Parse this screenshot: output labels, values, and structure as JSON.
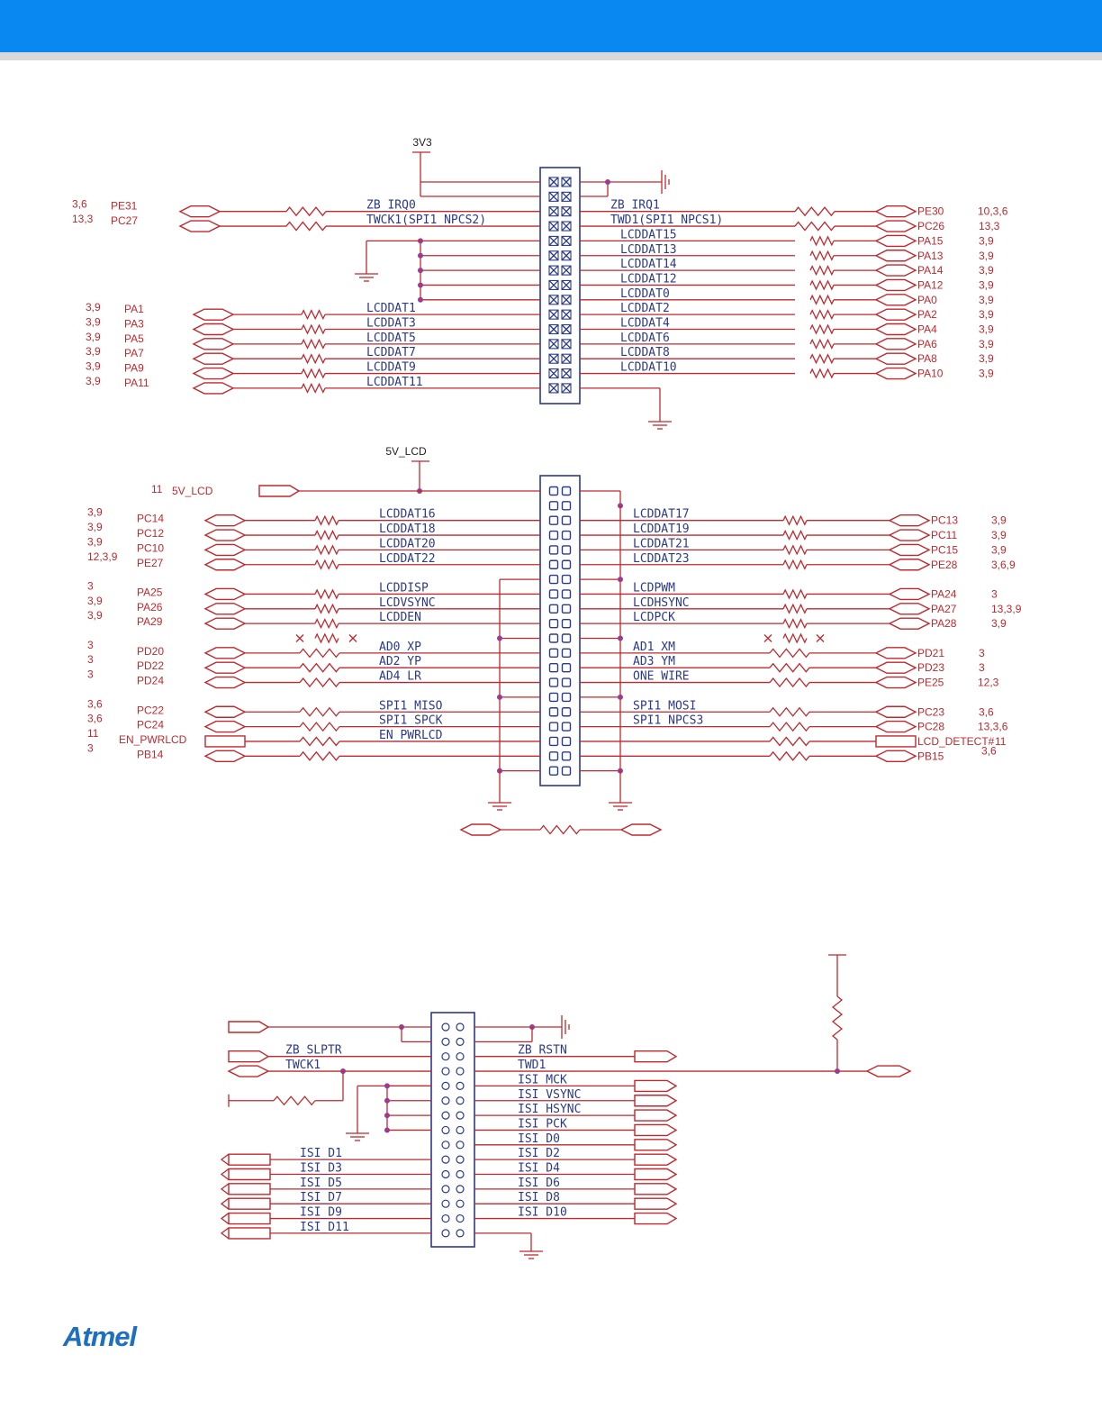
{
  "header": {},
  "brand": {
    "logo": "Atmel"
  },
  "colors": {
    "wire": "#c0282d",
    "connector": "#2b3a8a",
    "junction": "#9b3c8e",
    "header_bar": "#0a88f2"
  },
  "power": {
    "top": "3V3",
    "mid": "5V_LCD"
  },
  "schematic1": {
    "left_sig": [
      "ZB_IRQ0",
      "TWCK1(SPI1_NPCS2)",
      "LCDDAT1",
      "LCDDAT3",
      "LCDDAT5",
      "LCDDAT7",
      "LCDDAT9",
      "LCDDAT11"
    ],
    "right_sig": [
      "ZB_IRQ1",
      "TWD1(SPI1_NPCS1)",
      "LCDDAT15",
      "LCDDAT13",
      "LCDDAT14",
      "LCDDAT12",
      "LCDDAT0",
      "LCDDAT2",
      "LCDDAT4",
      "LCDDAT6",
      "LCDDAT8",
      "LCDDAT10"
    ],
    "left_nets": [
      {
        "ref": "3,6",
        "net": "PE31"
      },
      {
        "ref": "13,3",
        "net": "PC27"
      },
      {
        "ref": "3,9",
        "net": "PA1"
      },
      {
        "ref": "3,9",
        "net": "PA3"
      },
      {
        "ref": "3,9",
        "net": "PA5"
      },
      {
        "ref": "3,9",
        "net": "PA7"
      },
      {
        "ref": "3,9",
        "net": "PA9"
      },
      {
        "ref": "3,9",
        "net": "PA11"
      }
    ],
    "right_nets": [
      {
        "net": "PE30",
        "ref": "10,3,6"
      },
      {
        "net": "PC26",
        "ref": "13,3"
      },
      {
        "net": "PA15",
        "ref": "3,9"
      },
      {
        "net": "PA13",
        "ref": "3,9"
      },
      {
        "net": "PA14",
        "ref": "3,9"
      },
      {
        "net": "PA12",
        "ref": "3,9"
      },
      {
        "net": "PA0",
        "ref": "3,9"
      },
      {
        "net": "PA2",
        "ref": "3,9"
      },
      {
        "net": "PA4",
        "ref": "3,9"
      },
      {
        "net": "PA6",
        "ref": "3,9"
      },
      {
        "net": "PA8",
        "ref": "3,9"
      },
      {
        "net": "PA10",
        "ref": "3,9"
      }
    ]
  },
  "schematic2": {
    "input": {
      "ref": "11",
      "net": "5V_LCD"
    },
    "left_sig": [
      "LCDDAT16",
      "LCDDAT18",
      "LCDDAT20",
      "LCDDAT22",
      "LCDDISP",
      "LCDVSYNC",
      "LCDDEN",
      "AD0_XP",
      "AD2_YP",
      "AD4_LR",
      "SPI1_MISO",
      "SPI1_SPCK",
      "EN_PWRLCD"
    ],
    "right_sig": [
      "LCDDAT17",
      "LCDDAT19",
      "LCDDAT21",
      "LCDDAT23",
      "LCDPWM",
      "LCDHSYNC",
      "LCDPCK",
      "AD1_XM",
      "AD3_YM",
      "ONE_WIRE",
      "SPI1_MOSI",
      "SPI1_NPCS3"
    ],
    "left_nets": [
      {
        "ref": "3,9",
        "net": "PC14"
      },
      {
        "ref": "3,9",
        "net": "PC12"
      },
      {
        "ref": "3,9",
        "net": "PC10"
      },
      {
        "ref": "12,3,9",
        "net": "PE27"
      },
      {
        "ref": "3",
        "net": "PA25"
      },
      {
        "ref": "3,9",
        "net": "PA26"
      },
      {
        "ref": "3,9",
        "net": "PA29"
      },
      {
        "ref": "3",
        "net": "PD20"
      },
      {
        "ref": "3",
        "net": "PD22"
      },
      {
        "ref": "3",
        "net": "PD24"
      },
      {
        "ref": "3,6",
        "net": "PC22"
      },
      {
        "ref": "3,6",
        "net": "PC24"
      },
      {
        "ref": "11",
        "net": "EN_PWRLCD"
      },
      {
        "ref": "3",
        "net": "PB14"
      }
    ],
    "right_nets": [
      {
        "net": "PC13",
        "ref": "3,9"
      },
      {
        "net": "PC11",
        "ref": "3,9"
      },
      {
        "net": "PC15",
        "ref": "3,9"
      },
      {
        "net": "PE28",
        "ref": "3,6,9"
      },
      {
        "net": "PA24",
        "ref": "3"
      },
      {
        "net": "PA27",
        "ref": "13,3,9"
      },
      {
        "net": "PA28",
        "ref": "3,9"
      },
      {
        "net": "PD21",
        "ref": "3"
      },
      {
        "net": "PD23",
        "ref": "3"
      },
      {
        "net": "PE25",
        "ref": "12,3"
      },
      {
        "net": "PC23",
        "ref": "3,6"
      },
      {
        "net": "PC28",
        "ref": "13,3,6"
      },
      {
        "net": "LCD_DETECT#",
        "ref": "11"
      },
      {
        "net": "PB15",
        "ref": "3,6"
      }
    ]
  },
  "schematic3": {
    "left_sig": [
      "ZB_SLPTR",
      "TWCK1",
      "ISI_D1",
      "ISI_D3",
      "ISI_D5",
      "ISI_D7",
      "ISI_D9",
      "ISI_D11"
    ],
    "right_sig": [
      "ZB_RSTN",
      "TWD1",
      "ISI_MCK",
      "ISI_VSYNC",
      "ISI_HSYNC",
      "ISI_PCK",
      "ISI_D0",
      "ISI_D2",
      "ISI_D4",
      "ISI_D6",
      "ISI_D8",
      "ISI_D10"
    ]
  }
}
